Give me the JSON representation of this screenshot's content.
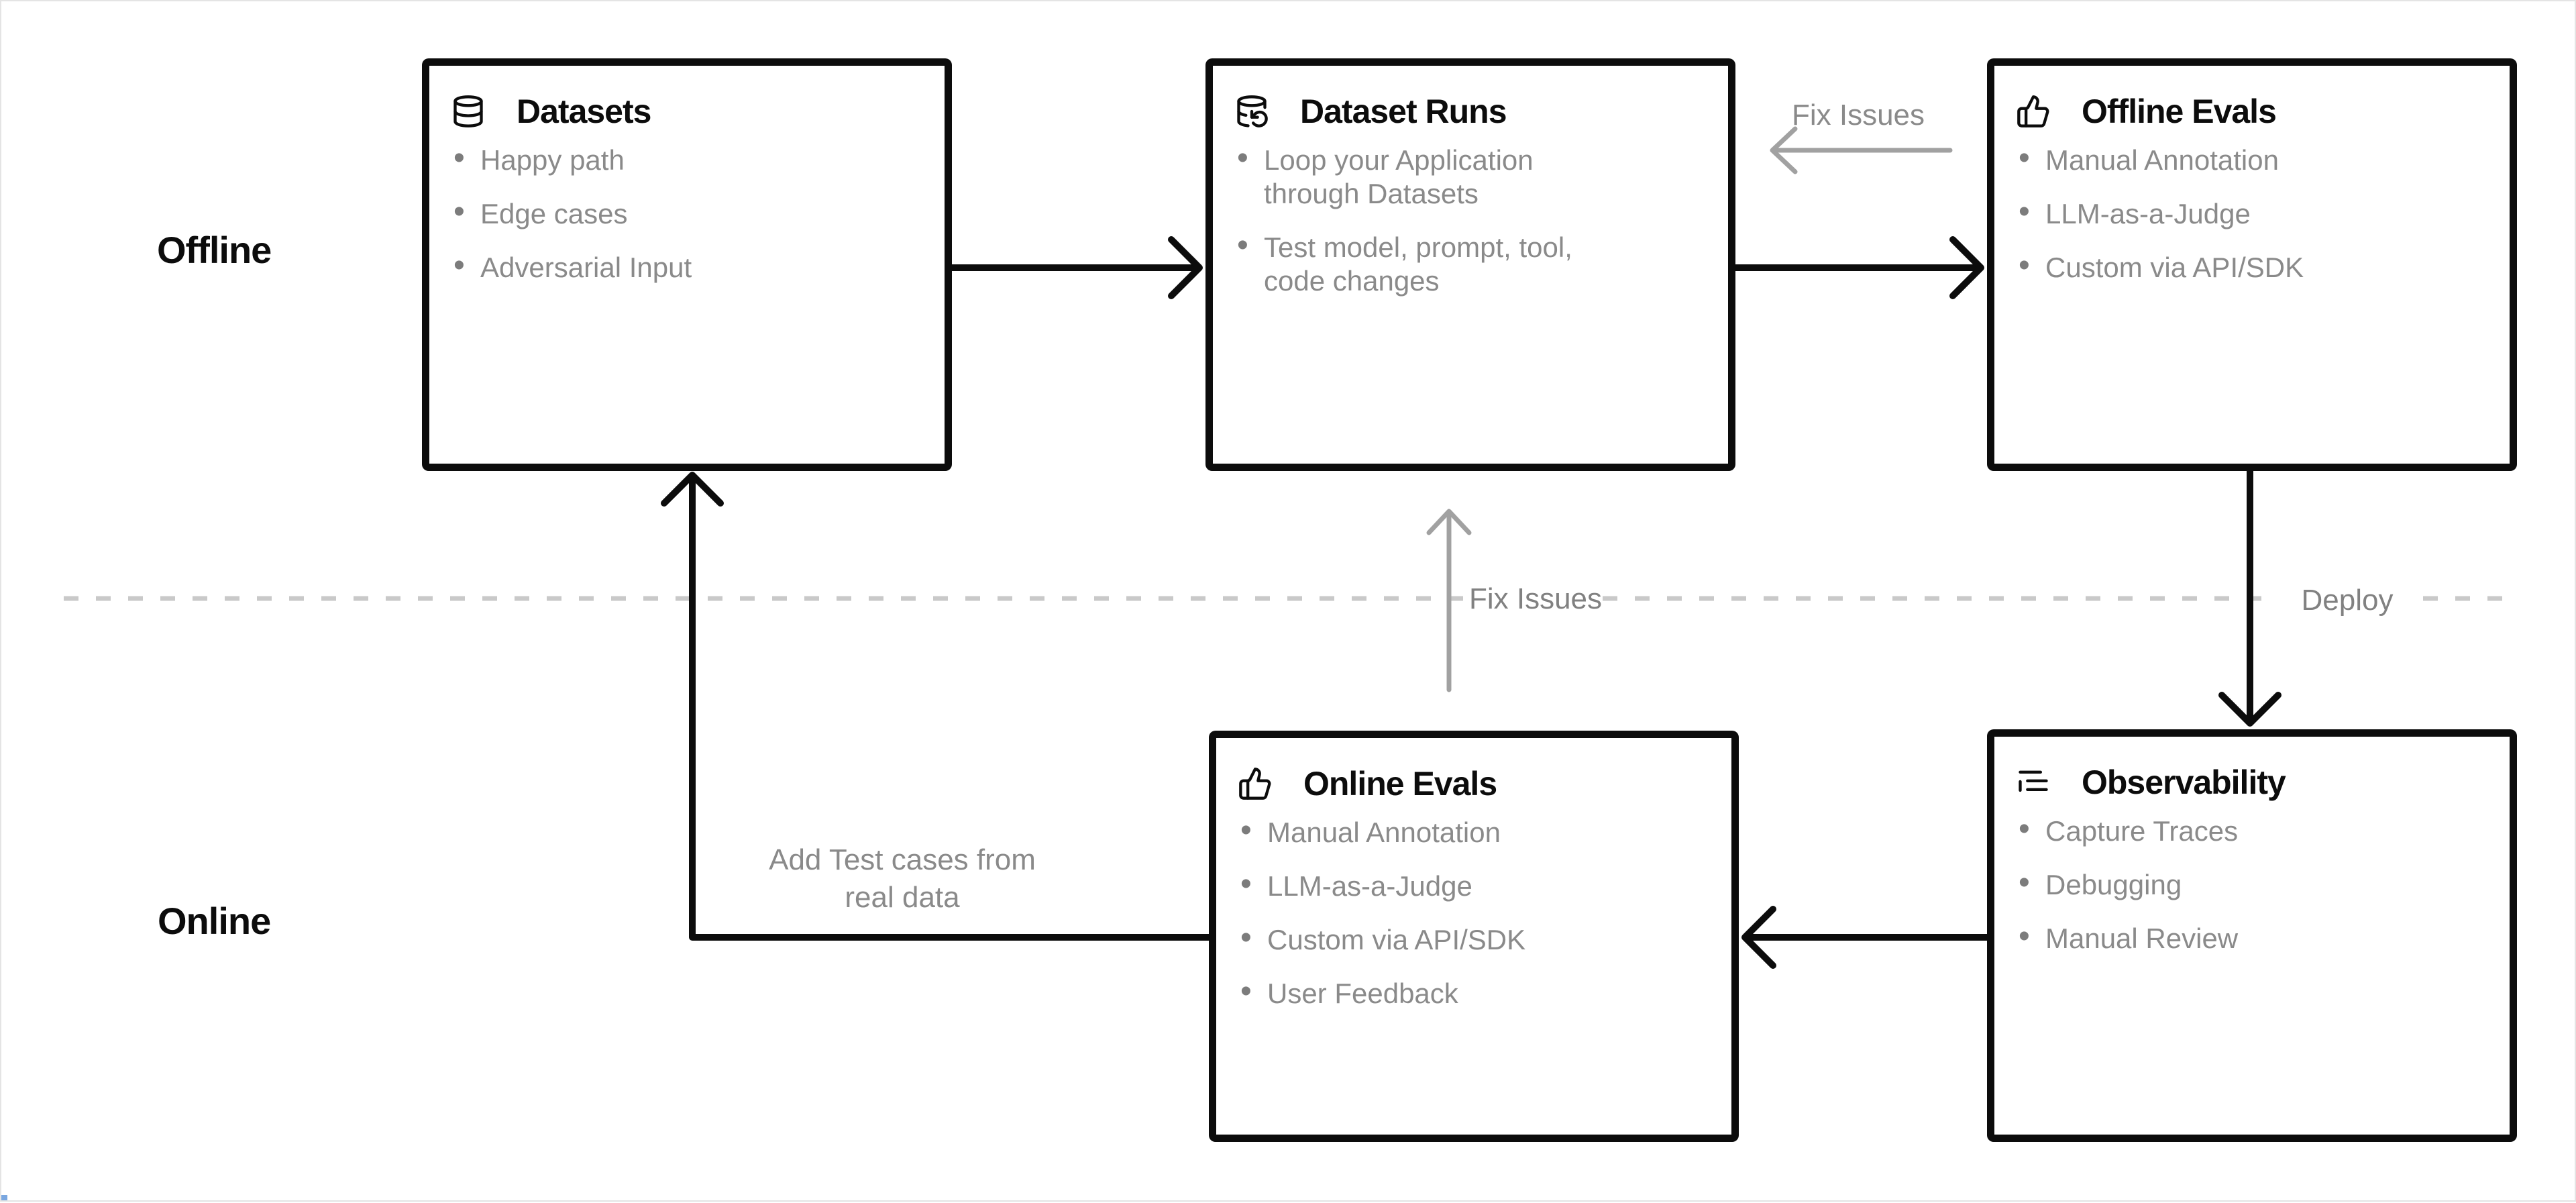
{
  "rows": {
    "offline_label": "Offline",
    "online_label": "Online"
  },
  "boxes": [
    {
      "id": "datasets",
      "icon": "database-icon",
      "title": "Datasets",
      "items": [
        "Happy path",
        "Edge cases",
        "Adversarial Input"
      ]
    },
    {
      "id": "dataset-runs",
      "icon": "database-refresh-icon",
      "title": "Dataset Runs",
      "items": [
        "Loop your Application through Datasets",
        "Test model, prompt, tool, code changes"
      ]
    },
    {
      "id": "offline-evals",
      "icon": "thumbs-up-icon",
      "title": "Offline Evals",
      "items": [
        "Manual Annotation",
        "LLM-as-a-Judge",
        "Custom via API/SDK"
      ]
    },
    {
      "id": "online-evals",
      "icon": "thumbs-up-icon",
      "title": "Online Evals",
      "items": [
        "Manual Annotation",
        "LLM-as-a-Judge",
        "Custom via API/SDK",
        "User Feedback"
      ]
    },
    {
      "id": "observability",
      "icon": "logs-icon",
      "title": "Observability",
      "items": [
        "Capture Traces",
        "Debugging",
        "Manual Review"
      ]
    }
  ],
  "edge_labels": {
    "fix_issues_top": "Fix Issues",
    "fix_issues_middle": "Fix Issues",
    "deploy": "Deploy",
    "add_test_cases": "Add Test cases from real data"
  },
  "colors": {
    "ink": "#0c0c0c",
    "muted_text": "#8a8a8a",
    "gray_arrow": "#a1a1a1",
    "dash_line": "#c9c9c9",
    "page_border": "#e4e4e4"
  }
}
